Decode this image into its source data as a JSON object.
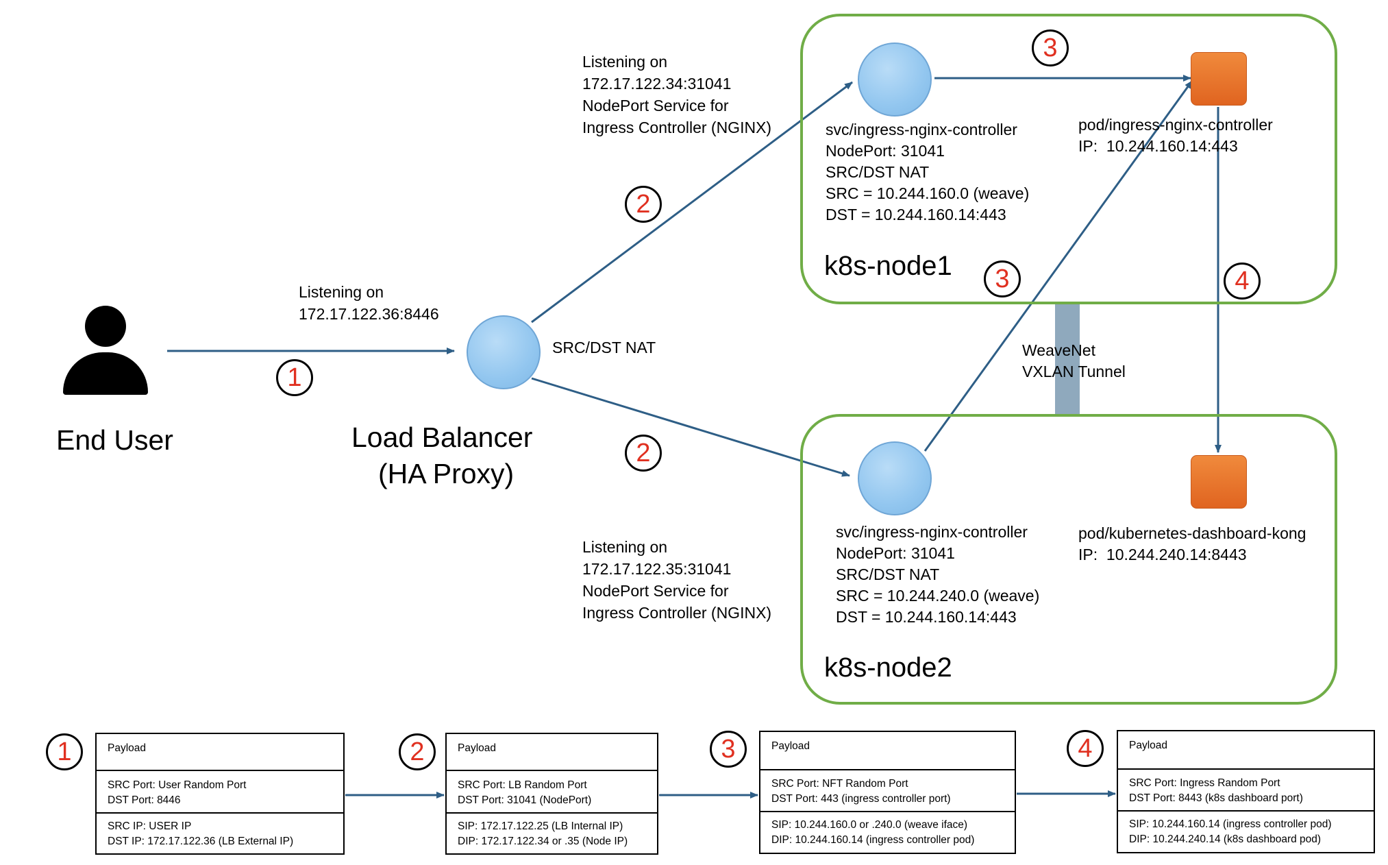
{
  "end_user": {
    "label": "End User",
    "icon": "person-icon"
  },
  "load_balancer": {
    "title_line1": "Load Balancer",
    "title_line2": "(HA Proxy)",
    "listening_line1": "Listening on",
    "listening_line2": "172.17.122.36:8446",
    "nat_label": "SRC/DST NAT"
  },
  "node1_listen": {
    "line1": "Listening on",
    "line2": "172.17.122.34:31041",
    "line3": "NodePort Service for",
    "line4": "Ingress Controller (NGINX)"
  },
  "node2_listen": {
    "line1": "Listening on",
    "line2": "172.17.122.35:31041",
    "line3": "NodePort Service for",
    "line4": "Ingress Controller (NGINX)"
  },
  "node1": {
    "title": "k8s-node1",
    "svc_line1": "svc/ingress-nginx-controller",
    "svc_line2": "NodePort: 31041",
    "svc_line3": "SRC/DST NAT",
    "svc_line4": "SRC = 10.244.160.0 (weave)",
    "svc_line5": "DST = 10.244.160.14:443",
    "pod_line1": "pod/ingress-nginx-controller",
    "pod_line2": "IP:  10.244.160.14:443"
  },
  "node2": {
    "title": "k8s-node2",
    "svc_line1": "svc/ingress-nginx-controller",
    "svc_line2": "NodePort: 31041",
    "svc_line3": "SRC/DST NAT",
    "svc_line4": "SRC = 10.244.240.0 (weave)",
    "svc_line5": "DST = 10.244.160.14:443",
    "pod_line1": "pod/kubernetes-dashboard-kong",
    "pod_line2": "IP:  10.244.240.14:8443"
  },
  "tunnel": {
    "line1": "WeaveNet",
    "line2": "VXLAN Tunnel"
  },
  "steps": {
    "s1": "1",
    "s2": "2",
    "s3": "3",
    "s4": "4"
  },
  "packets": [
    {
      "num": "1",
      "payload": "Payload",
      "ports_line1": "SRC Port: User Random Port",
      "ports_line2": "DST Port: 8446",
      "ips_line1": "SRC IP: USER IP",
      "ips_line2": "DST IP: 172.17.122.36 (LB External IP)"
    },
    {
      "num": "2",
      "payload": "Payload",
      "ports_line1": "SRC Port: LB Random Port",
      "ports_line2": "DST Port: 31041 (NodePort)",
      "ips_line1": "SIP: 172.17.122.25 (LB Internal IP)",
      "ips_line2": "DIP: 172.17.122.34 or .35 (Node IP)"
    },
    {
      "num": "3",
      "payload": "Payload",
      "ports_line1": "SRC Port: NFT Random Port",
      "ports_line2": "DST Port: 443 (ingress controller port)",
      "ips_line1": "SIP: 10.244.160.0 or .240.0 (weave iface)",
      "ips_line2": "DIP: 10.244.160.14 (ingress controller pod)"
    },
    {
      "num": "4",
      "payload": "Payload",
      "ports_line1": "SRC Port: Ingress Random Port",
      "ports_line2": "DST Port: 8443 (k8s dashboard port)",
      "ips_line1": "SIP: 10.244.160.14 (ingress controller pod)",
      "ips_line2": "DIP: 10.244.240.14 (k8s dashboard pod)"
    }
  ],
  "colors": {
    "arrow": "#2e5e86",
    "node_border": "#70ad47",
    "pod": "#e8702a",
    "svc": "#9dcbf2",
    "step_number": "#e03020"
  }
}
